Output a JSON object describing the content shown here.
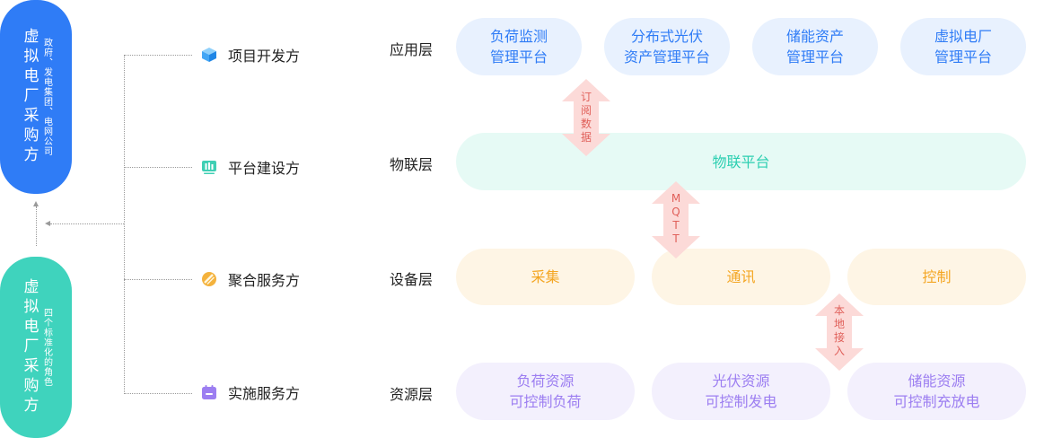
{
  "purchasers": [
    {
      "title": "虚拟电厂采购方",
      "subtitle": "政府、发电集团、电网公司",
      "color": "#2f7cf6"
    },
    {
      "title": "虚拟电厂采购方",
      "subtitle": "四个标准化的角色",
      "color": "#3fd3bd"
    }
  ],
  "roles": [
    {
      "label": "项目开发方",
      "icon": "cube-icon",
      "color": "#43a6f5"
    },
    {
      "label": "平台建设方",
      "icon": "bar-chart-icon",
      "color": "#3fcfb4"
    },
    {
      "label": "聚合服务方",
      "icon": "coin-icon",
      "color": "#f4b23c"
    },
    {
      "label": "实施服务方",
      "icon": "calendar-icon",
      "color": "#9c7ef1"
    }
  ],
  "layers": [
    {
      "label": "应用层"
    },
    {
      "label": "物联层"
    },
    {
      "label": "设备层"
    },
    {
      "label": "资源层"
    }
  ],
  "application_boxes": [
    "负荷监测\n管理平台",
    "分布式光伏\n资产管理平台",
    "储能资产\n管理平台",
    "虚拟电厂\n管理平台"
  ],
  "iot_box": "物联平台",
  "device_boxes": [
    "采集",
    "通讯",
    "控制"
  ],
  "resource_boxes": [
    "负荷资源\n可控制负荷",
    "光伏资源\n可控制发电",
    "储能资源\n可控制充放电"
  ],
  "connectors": [
    {
      "label": "订\n阅\n数\n据"
    },
    {
      "label": "M\nQ\nT\nT"
    },
    {
      "label": "本\n地\n接\n入"
    }
  ],
  "colors": {
    "app": "#2f7cf6",
    "iot": "#2ccfb1",
    "device": "#f4a623",
    "resource": "#9c7ef1",
    "arrow": "#e0605a"
  }
}
